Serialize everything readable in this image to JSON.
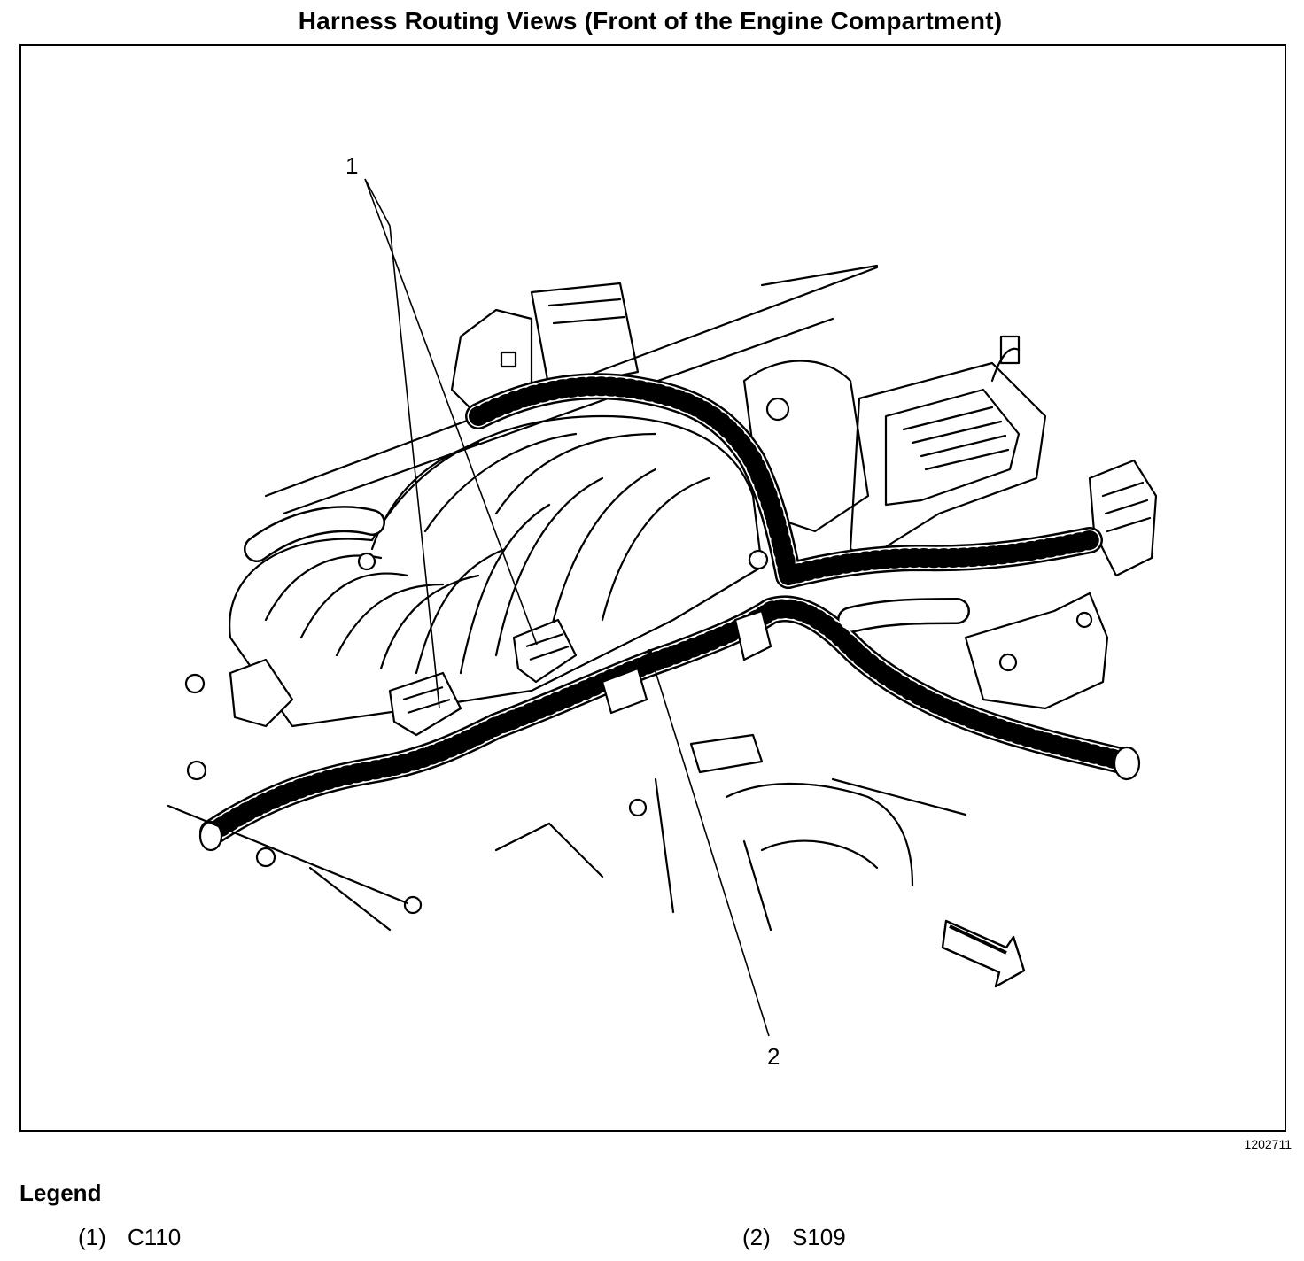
{
  "title": "Harness Routing Views (Front of the Engine Compartment)",
  "figure_id": "1202711",
  "callouts": [
    "1",
    "2"
  ],
  "legend": {
    "heading": "Legend",
    "items": [
      {
        "number": "(1)",
        "label": "C110"
      },
      {
        "number": "(2)",
        "label": "S109"
      }
    ]
  }
}
